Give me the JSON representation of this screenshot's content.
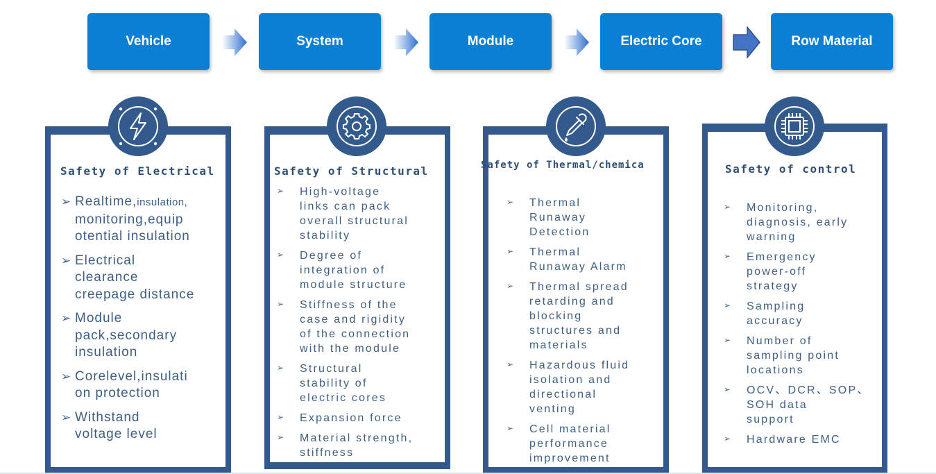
{
  "flow": {
    "steps": [
      "Vehicle",
      "System",
      "Module",
      "Electric Core",
      "Row Material"
    ]
  },
  "colors": {
    "box": "#0a7fd3",
    "card": "#335a8c",
    "text": "#3e5f82",
    "title": "#2f4f73"
  },
  "cards": [
    {
      "icon": "lightning-icon",
      "title": "Safety of Electrical",
      "items": [
        {
          "marker": "➢",
          "lines": [
            [
              "Realtime,",
              [
                "insulation,"
              ]
            ],
            [
              "monitoring,equip"
            ],
            [
              "otential insulation"
            ]
          ]
        },
        {
          "marker": "➢",
          "lines": [
            [
              "Electrical"
            ],
            [
              "clearance"
            ],
            [
              "creepage distance"
            ]
          ]
        },
        {
          "marker": "➢",
          "lines": [
            [
              "Module"
            ],
            [
              "pack,secondary"
            ],
            [
              "insulation"
            ]
          ]
        },
        {
          "marker": "➢",
          "lines": [
            [
              "Corelevel,insulati"
            ],
            [
              "on protection"
            ]
          ]
        },
        {
          "marker": "➢",
          "lines": [
            [
              "Withstand"
            ],
            [
              "voltage level"
            ]
          ]
        }
      ]
    },
    {
      "icon": "gear-icon",
      "title": "Safety of Structural",
      "items": [
        {
          "marker": "➢",
          "lines": [
            [
              "High-voltage"
            ],
            [
              "links can pack"
            ],
            [
              "overall structural"
            ],
            [
              "stability"
            ]
          ]
        },
        {
          "marker": "➢",
          "lines": [
            [
              "Degree of"
            ],
            [
              "integration of"
            ],
            [
              "module structure"
            ]
          ]
        },
        {
          "marker": "➢",
          "lines": [
            [
              "Stiffness of the"
            ],
            [
              "case and rigidity"
            ],
            [
              "of the connection"
            ],
            [
              "with the module"
            ]
          ]
        },
        {
          "marker": "➢",
          "lines": [
            [
              "Structural"
            ],
            [
              "stability of"
            ],
            [
              "electric cores"
            ]
          ]
        },
        {
          "marker": "➢",
          "lines": [
            [
              "Expansion force"
            ]
          ]
        },
        {
          "marker": "➢",
          "lines": [
            [
              "Material strength,"
            ],
            [
              "stiffness"
            ]
          ]
        }
      ]
    },
    {
      "icon": "dropper-icon",
      "title": "Safety of Thermal/chemica",
      "items": [
        {
          "marker": "➢",
          "lines": [
            [
              "Thermal"
            ],
            [
              "Runaway"
            ],
            [
              "Detection"
            ]
          ]
        },
        {
          "marker": "➢",
          "lines": [
            [
              "Thermal"
            ],
            [
              "Runaway Alarm"
            ]
          ]
        },
        {
          "marker": "➢",
          "lines": [
            [
              "Thermal spread"
            ],
            [
              "retarding and"
            ],
            [
              "blocking"
            ],
            [
              "structures and"
            ],
            [
              "materials"
            ]
          ]
        },
        {
          "marker": "➢",
          "lines": [
            [
              "Hazardous fluid"
            ],
            [
              "isolation and"
            ],
            [
              "directional"
            ],
            [
              "venting"
            ]
          ]
        },
        {
          "marker": "➢",
          "lines": [
            [
              "Cell material"
            ],
            [
              "performance"
            ],
            [
              "improvement"
            ]
          ]
        }
      ]
    },
    {
      "icon": "chip-icon",
      "title": "Safety of control",
      "items": [
        {
          "marker": "➢",
          "lines": [
            [
              "Monitoring,"
            ],
            [
              "diagnosis, early"
            ],
            [
              "warning"
            ]
          ]
        },
        {
          "marker": "➢",
          "lines": [
            [
              "Emergency"
            ],
            [
              "power-off"
            ],
            [
              "strategy"
            ]
          ]
        },
        {
          "marker": "➢",
          "lines": [
            [
              "Sampling"
            ],
            [
              "accuracy"
            ]
          ]
        },
        {
          "marker": "➢",
          "lines": [
            [
              "Number of"
            ],
            [
              "sampling point"
            ],
            [
              "locations"
            ]
          ]
        },
        {
          "marker": "➢",
          "lines": [
            [
              "OCV、DCR、SOP、"
            ],
            [
              "SOH data"
            ],
            [
              "support"
            ]
          ]
        },
        {
          "marker": "➢",
          "lines": [
            [
              "Hardware EMC"
            ]
          ]
        }
      ]
    }
  ]
}
